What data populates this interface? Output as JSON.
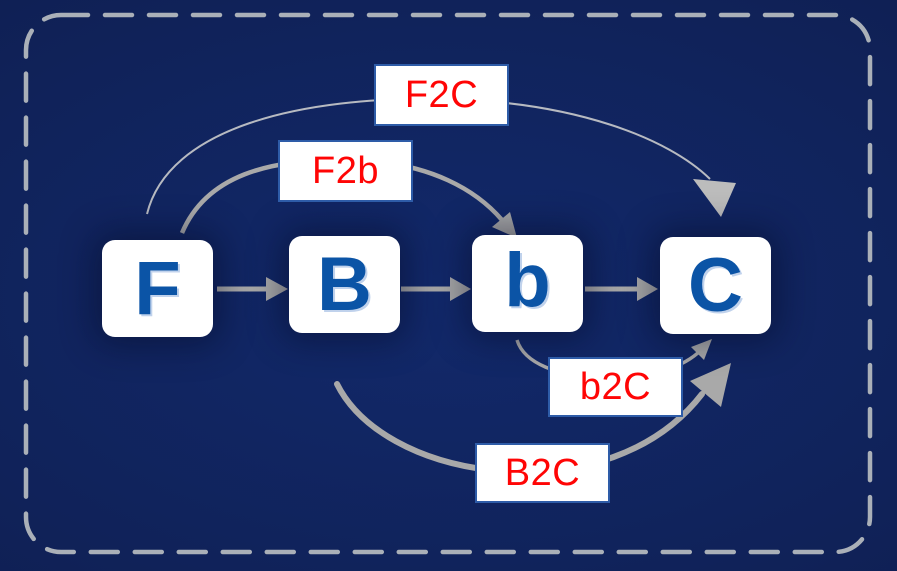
{
  "diagram": {
    "title": "",
    "nodes": [
      {
        "id": "F",
        "label": "F"
      },
      {
        "id": "B",
        "label": "B"
      },
      {
        "id": "b",
        "label": "b"
      },
      {
        "id": "C",
        "label": "C"
      }
    ],
    "edges": [
      {
        "id": "F-to-B",
        "from": "F",
        "to": "B",
        "label": ""
      },
      {
        "id": "B-to-b",
        "from": "B",
        "to": "b",
        "label": ""
      },
      {
        "id": "b-to-C",
        "from": "b",
        "to": "C",
        "label": ""
      },
      {
        "id": "F-to-C",
        "from": "F",
        "to": "C",
        "label": "F2C"
      },
      {
        "id": "F-to-b",
        "from": "F",
        "to": "b",
        "label": "F2b"
      },
      {
        "id": "b-to-C-direct",
        "from": "b",
        "to": "C",
        "label": "b2C"
      },
      {
        "id": "B-to-C",
        "from": "B",
        "to": "C",
        "label": "B2C"
      }
    ],
    "colors": {
      "background_center": "#12296b",
      "background_edge": "#0c1a48",
      "node_fill": "#ffffff",
      "node_letter_blue": "#0b54a6",
      "edge_label_text_red": "#ff0505",
      "edge_label_border_blue": "#2e5ca8",
      "arrow_gray": "#a9a9a9",
      "thin_curve_gray": "#b7bac1",
      "dashed_frame_gray": "#aab0b8"
    }
  }
}
